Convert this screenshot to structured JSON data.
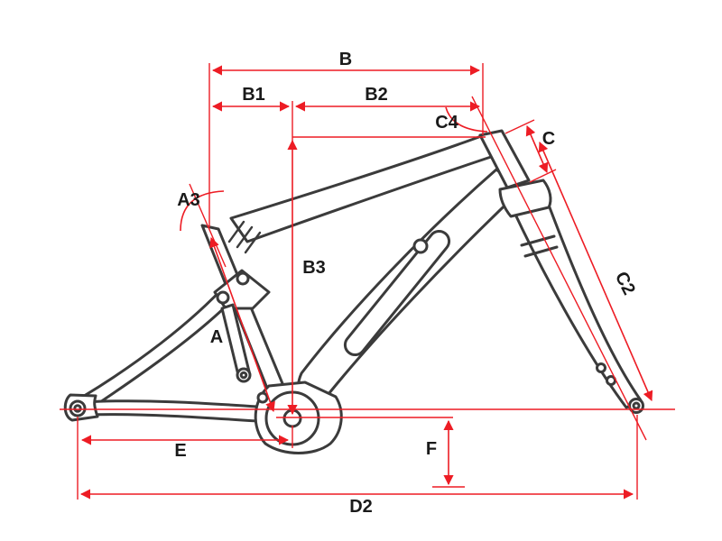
{
  "diagram": {
    "type": "bike-frame-geometry-diagram",
    "labels": {
      "B": "B",
      "B1": "B1",
      "B2": "B2",
      "B3": "B3",
      "A": "A",
      "A3": "A3",
      "C": "C",
      "C2": "C2",
      "C4": "C4",
      "D2": "D2",
      "E": "E",
      "F": "F"
    },
    "colors": {
      "dimension_red": "#ed1c24",
      "frame_outline": "#3b3b3b",
      "label_text": "#1a1a1a",
      "background": "#ffffff"
    }
  }
}
